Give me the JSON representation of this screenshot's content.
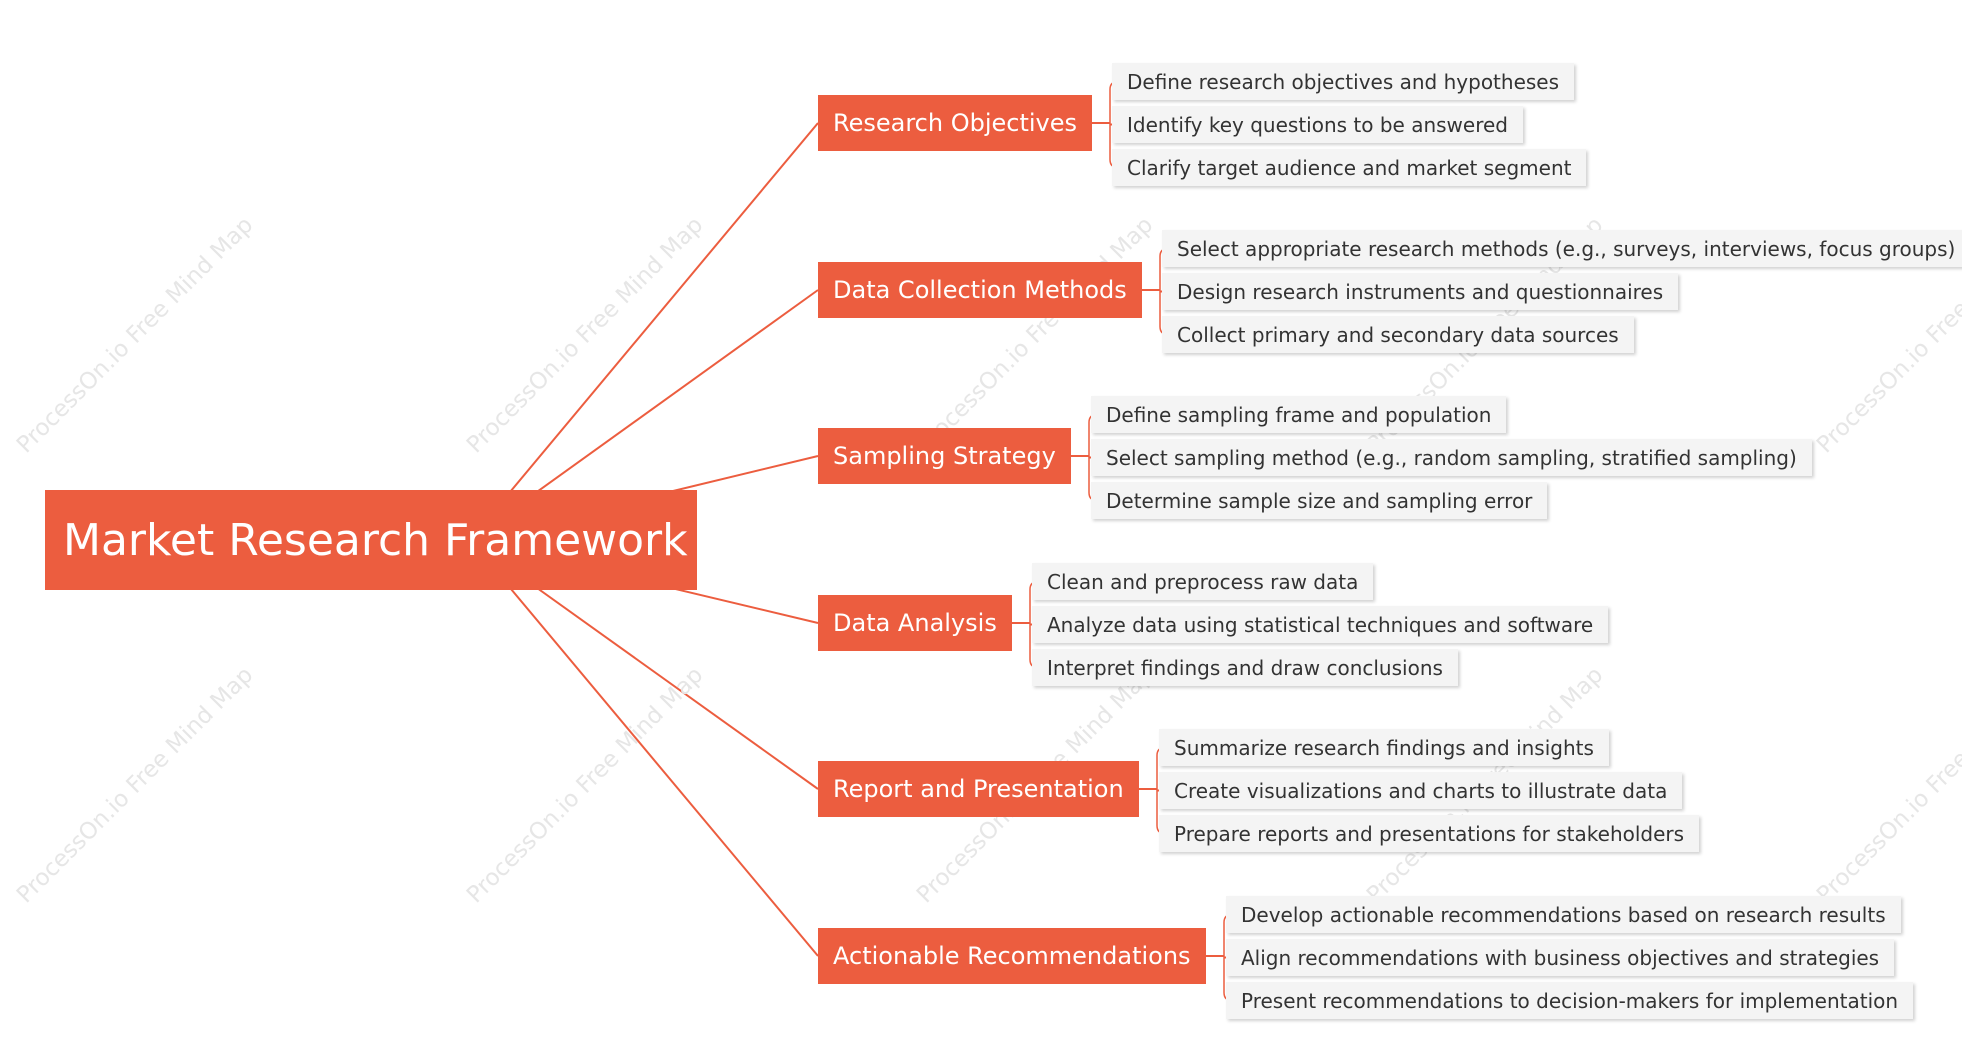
{
  "watermark_text": "ProcessOn.io Free Mind Map",
  "colors": {
    "accent": "#ec5d3f",
    "connector": "#ec5d3f",
    "subtopic_bg": "#f4f4f4",
    "subtopic_text": "#333333",
    "watermark": "#e6e6e6"
  },
  "root": {
    "label": "Market Research Framework"
  },
  "branches": [
    {
      "label": "Research Objectives",
      "children": [
        "Define research objectives and hypotheses",
        "Identify key questions to be answered",
        "Clarify target audience and market segment"
      ]
    },
    {
      "label": "Data Collection Methods",
      "children": [
        "Select appropriate research methods (e.g., surveys, interviews, focus groups)",
        "Design research instruments and questionnaires",
        "Collect primary and secondary data sources"
      ]
    },
    {
      "label": "Sampling Strategy",
      "children": [
        "Define sampling frame and population",
        "Select sampling method (e.g., random sampling, stratified sampling)",
        "Determine sample size and sampling error"
      ]
    },
    {
      "label": "Data Analysis",
      "children": [
        "Clean and preprocess raw data",
        "Analyze data using statistical techniques and software",
        "Interpret findings and draw conclusions"
      ]
    },
    {
      "label": "Report and Presentation",
      "children": [
        "Summarize research findings and insights",
        "Create visualizations and charts to illustrate data",
        "Prepare reports and presentations for stakeholders"
      ]
    },
    {
      "label": "Actionable Recommendations",
      "children": [
        "Develop actionable recommendations based on research results",
        "Align recommendations with business objectives and strategies",
        "Present recommendations to decision-makers for implementation"
      ]
    }
  ]
}
